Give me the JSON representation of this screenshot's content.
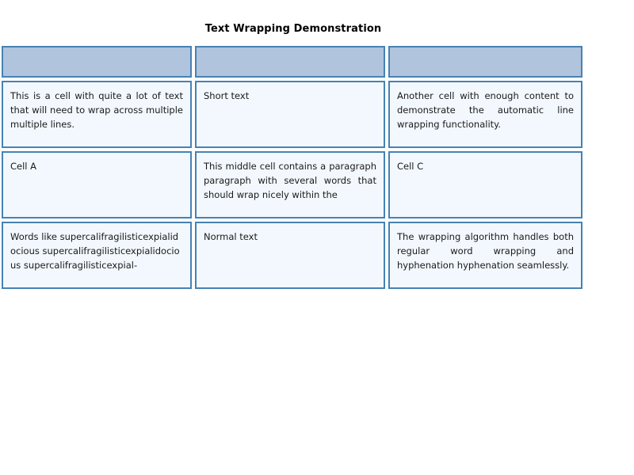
{
  "title": "Text Wrapping Demonstration",
  "table": {
    "columns": 3,
    "header": {
      "cells": [
        "",
        "",
        ""
      ]
    },
    "rows": [
      {
        "cells": [
          "This is a cell with quite a lot of text that will need to wrap across multiple multiple lines.",
          "Short text",
          "Another cell with enough content to demonstrate the automatic line wrapping functionality."
        ]
      },
      {
        "cells": [
          "Cell A",
          "This middle cell contains a paragraph paragraph with several words that should wrap nicely within the",
          "Cell C"
        ]
      },
      {
        "cells": [
          "Words like supercalifragilisticexpialidocious supercalifragilisticexpialidocious supercalifragilisticexpial-",
          "Normal text",
          "The wrapping algorithm handles both regular word wrapping and hyphenation hyphenation seamlessly."
        ]
      }
    ]
  },
  "colors": {
    "header_fill": "#b0c4de",
    "cell_fill": "#f2f8fd",
    "border": "#4682b4",
    "text": "#1a1a1a",
    "background": "#ffffff"
  }
}
